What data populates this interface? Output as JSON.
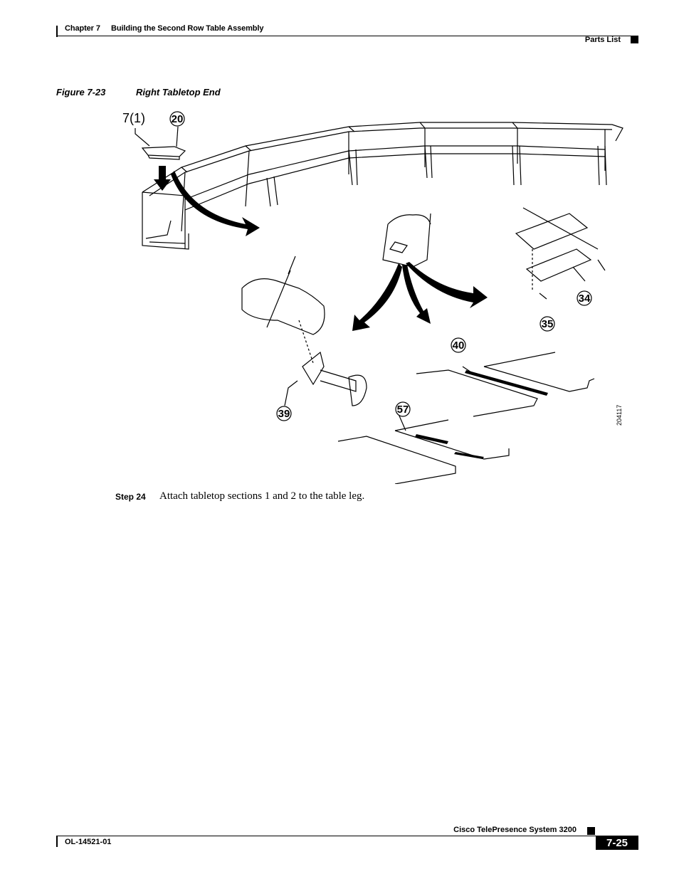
{
  "header": {
    "chapter": "Chapter 7",
    "chapter_title": "Building the Second Row Table Assembly",
    "section": "Parts List"
  },
  "figure": {
    "label": "Figure 7-23",
    "title": "Right Tabletop End",
    "callouts": {
      "c7": "7(1)",
      "c20": "20",
      "c34": "34",
      "c35": "35",
      "c39": "39",
      "c40": "40",
      "c57": "57"
    },
    "figure_id": "204117"
  },
  "step": {
    "label": "Step 24",
    "text": "Attach tabletop sections 1 and 2 to the table leg."
  },
  "footer": {
    "doc_number": "OL-14521-01",
    "product": "Cisco TelePresence System 3200",
    "page": "7-25"
  }
}
